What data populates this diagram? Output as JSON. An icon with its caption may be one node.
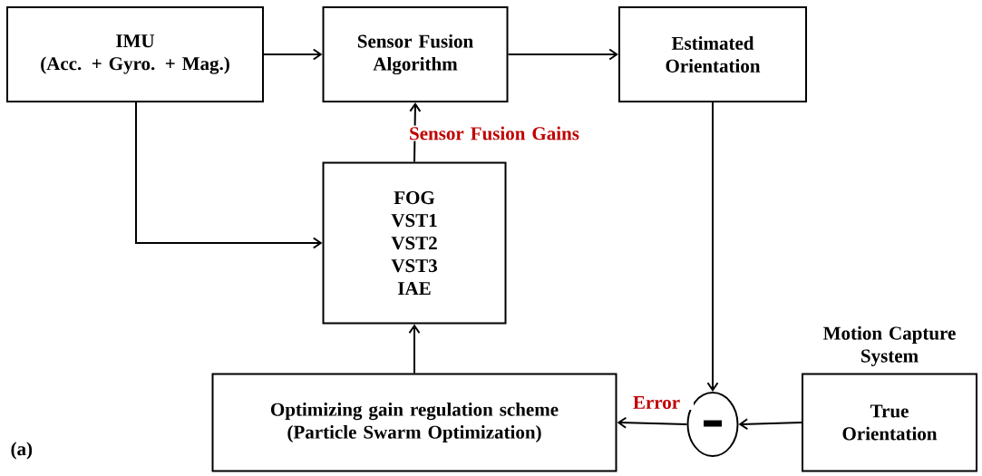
{
  "diagram": {
    "nodes": [
      {
        "text": [
          "IMU",
          "(Acc. + Gyro. + Mag.)"
        ]
      },
      {
        "text": [
          "Sensor Fusion Algorithm"
        ]
      },
      {
        "text": [
          "Estimated Orientation"
        ]
      },
      {
        "text": [
          "FOG",
          "VST1",
          "VST2",
          "VST3",
          "IAE"
        ]
      },
      {
        "text": [
          "Optimizing gain regulation scheme",
          "(Particle Swarm Optimization)"
        ]
      },
      {
        "text": [],
        "shape": "circle"
      },
      {
        "text": [
          "True Orientation"
        ],
        "beside": [
          "Motion Capture System"
        ]
      }
    ],
    "edges": [
      {
        "from": 0,
        "to": 1,
        "arrow": "to"
      },
      {
        "from": 1,
        "to": 2,
        "arrow": "to"
      },
      {
        "from": 0,
        "to": 3,
        "arrow": "to"
      },
      {
        "from": 3,
        "to": 1,
        "arrow": "to",
        "label": "Sensor Fusion Gains"
      },
      {
        "from": 2,
        "to": 5,
        "arrow": "to"
      },
      {
        "from": 6,
        "to": 5,
        "arrow": "to"
      },
      {
        "from": 5,
        "to": 4,
        "arrow": "to",
        "label": "Error"
      },
      {
        "from": 4,
        "to": 3,
        "arrow": "to"
      }
    ],
    "labels": [
      "(a)"
    ]
  }
}
